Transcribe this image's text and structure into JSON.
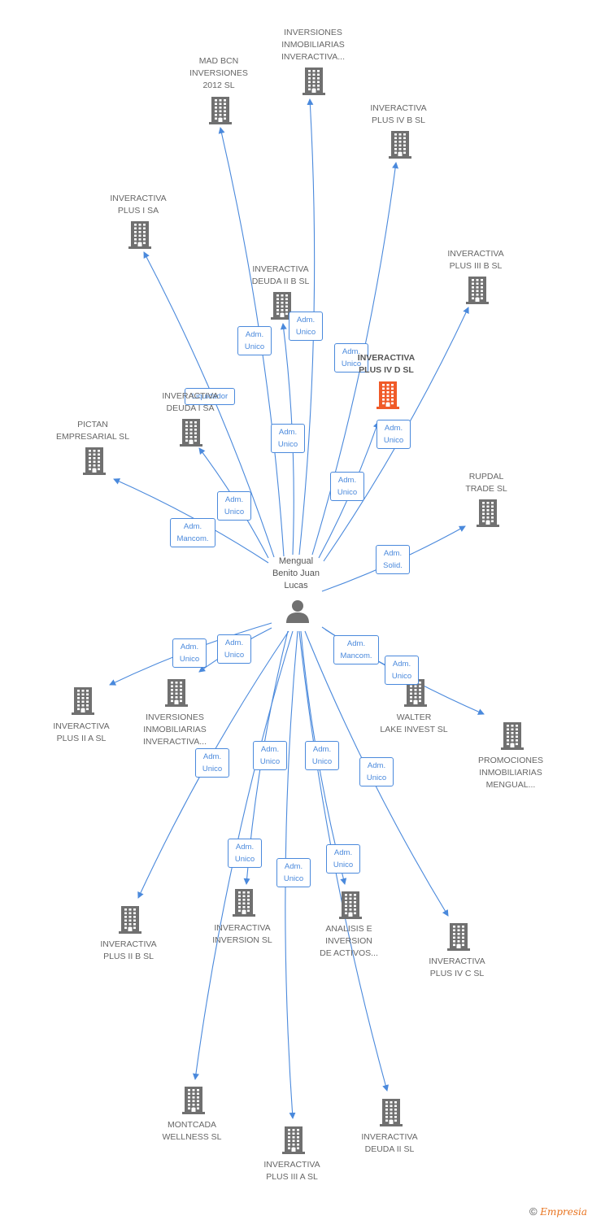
{
  "center": {
    "label": "Mengual\nBenito Juan\nLucas"
  },
  "colors": {
    "edge": "#4a89dc",
    "building": "#707070",
    "highlight": "#f05a28",
    "person": "#707070"
  },
  "nodes": [
    {
      "id": "n1",
      "label": "INVERSIONES\nINMOBILIARIAS\nINVERACTIVA...",
      "role": "Adm.\nUnico"
    },
    {
      "id": "n2",
      "label": "MAD BCN\nINVERSIONES\n2012 SL",
      "role": "Adm.\nUnico"
    },
    {
      "id": "n3",
      "label": "INVERACTIVA\nPLUS IV B  SL",
      "role": "Adm.\nUnico"
    },
    {
      "id": "n4",
      "label": "INVERACTIVA\nPLUS I SA",
      "role": "Liquidador"
    },
    {
      "id": "n5",
      "label": "INVERACTIVA\nPLUS III B  SL",
      "role": "Adm.\nUnico"
    },
    {
      "id": "n6",
      "label": "INVERACTIVA\nDEUDA II B  SL",
      "role": "Adm.\nUnico"
    },
    {
      "id": "n7",
      "label": "INVERACTIVA\nPLUS IV D  SL",
      "role": "Adm.\nUnico",
      "main": true
    },
    {
      "id": "n8",
      "label": "INVERACTIVA\nDEUDA I SA",
      "role": "Adm.\nUnico"
    },
    {
      "id": "n9",
      "label": "PICTAN\nEMPRESARIAL SL",
      "role": "Adm.\nMancom."
    },
    {
      "id": "n10",
      "label": "RUPDAL\nTRADE  SL",
      "role": "Adm.\nSolid."
    },
    {
      "id": "n11",
      "label": "INVERACTIVA\nPLUS II A  SL",
      "role": "Adm.\nUnico"
    },
    {
      "id": "n12",
      "label": "INVERSIONES\nINMOBILIARIAS\nINVERACTIVA...",
      "role": "Adm.\nUnico"
    },
    {
      "id": "n13",
      "label": "WALTER\nLAKE INVEST SL",
      "role": "Adm.\nMancom."
    },
    {
      "id": "n14",
      "label": "PROMOCIONES\nINMOBILIARIAS\nMENGUAL...",
      "role": "Adm.\nUnico"
    },
    {
      "id": "n15",
      "label": "INVERACTIVA\nPLUS II B  SL",
      "role": "Adm.\nUnico"
    },
    {
      "id": "n16",
      "label": "INVERACTIVA\nINVERSION  SL",
      "role": "Adm.\nUnico"
    },
    {
      "id": "n17",
      "label": "ANALISIS E\nINVERSION\nDE ACTIVOS...",
      "role": "Adm.\nUnico"
    },
    {
      "id": "n18",
      "label": "INVERACTIVA\nPLUS IV C  SL",
      "role": "Adm.\nUnico"
    },
    {
      "id": "n19",
      "label": "MONTCADA\nWELLNESS  SL",
      "role": "Adm.\nUnico"
    },
    {
      "id": "n20",
      "label": "INVERACTIVA\nPLUS III A  SL",
      "role": "Adm.\nUnico"
    },
    {
      "id": "n21",
      "label": "INVERACTIVA\nDEUDA II  SL",
      "role": "Adm.\nUnico"
    }
  ],
  "footer": {
    "copyright": "©",
    "brand": "Empresia"
  }
}
